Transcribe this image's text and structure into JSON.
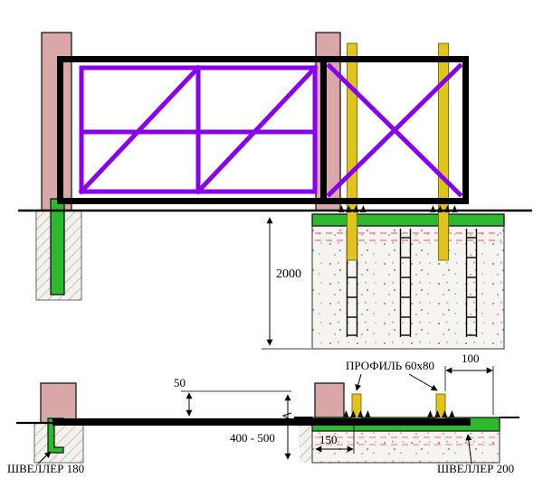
{
  "drawing": {
    "labels": {
      "channel180": "ШВЕЛЛЕР 180",
      "channel200": "ШВЕЛЛЕР 200",
      "profile": "ПРОФИЛЬ 60x80"
    },
    "dimensions": {
      "depth2000": "2000",
      "gap50": "50",
      "range400_500": "400 - 500",
      "off150": "150",
      "off100": "100"
    },
    "colors": {
      "pink": "#d9a7a7",
      "green": "#2eb82e",
      "yellow": "#e0c41e",
      "purple": "#8800ee",
      "frame": "#000000",
      "rebar_dash": "#e07a7a"
    }
  }
}
